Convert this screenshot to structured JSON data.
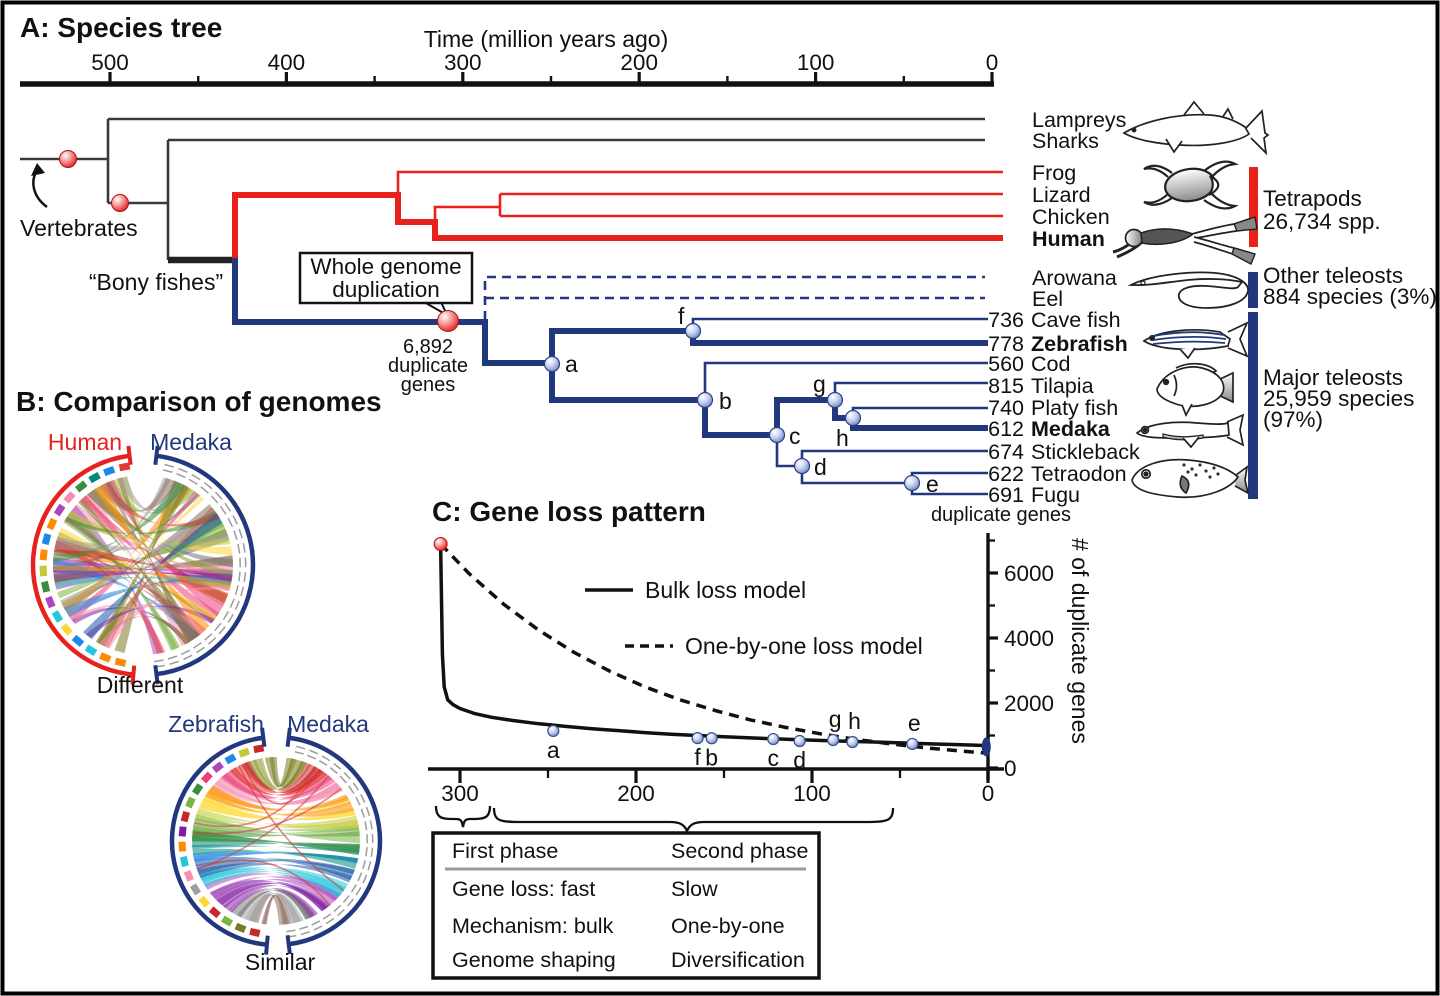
{
  "colors": {
    "red": "#e8211c",
    "navy": "#21387f",
    "dark_gray": "#3a3a3a",
    "black": "#111111",
    "divider_gray": "#9a9a9a"
  },
  "panel_a": {
    "title": "A: Species tree",
    "time_axis": {
      "title": "Time (million years ago)",
      "major_ticks": [
        500,
        400,
        300,
        200,
        100,
        0
      ]
    },
    "vertebrates_label": "Vertebrates",
    "bony_fishes_label": "“Bony fishes”",
    "wgd_label_lines": [
      "Whole genome",
      "duplication"
    ],
    "wgd_count_lines": [
      "6,892",
      "duplicate",
      "genes"
    ],
    "tips_caption": "duplicate genes",
    "node_letters": [
      "a",
      "b",
      "c",
      "d",
      "e",
      "f",
      "g",
      "h"
    ],
    "species": [
      {
        "name": "Lampreys",
        "count": "",
        "color": "dark",
        "bold": false
      },
      {
        "name": "Sharks",
        "count": "",
        "color": "dark",
        "bold": false
      },
      {
        "name": "Frog",
        "count": "",
        "color": "red",
        "bold": false
      },
      {
        "name": "Lizard",
        "count": "",
        "color": "red",
        "bold": false
      },
      {
        "name": "Chicken",
        "count": "",
        "color": "red",
        "bold": false
      },
      {
        "name": "Human",
        "count": "",
        "color": "red",
        "bold": true
      },
      {
        "name": "Arowana",
        "count": "",
        "color": "navy",
        "bold": false
      },
      {
        "name": "Eel",
        "count": "",
        "color": "navy",
        "bold": false
      },
      {
        "name": "Cave fish",
        "count": "736",
        "color": "navy",
        "bold": false
      },
      {
        "name": "Zebrafish",
        "count": "778",
        "color": "navy",
        "bold": true
      },
      {
        "name": "Cod",
        "count": "560",
        "color": "navy",
        "bold": false
      },
      {
        "name": "Tilapia",
        "count": "815",
        "color": "navy",
        "bold": false
      },
      {
        "name": "Platy fish",
        "count": "740",
        "color": "navy",
        "bold": false
      },
      {
        "name": "Medaka",
        "count": "612",
        "color": "navy",
        "bold": true
      },
      {
        "name": "Stickleback",
        "count": "674",
        "color": "navy",
        "bold": false
      },
      {
        "name": "Tetraodon",
        "count": "622",
        "color": "navy",
        "bold": false
      },
      {
        "name": "Fugu",
        "count": "691",
        "color": "navy",
        "bold": false
      }
    ],
    "clade_labels": [
      {
        "id": "tetrapods",
        "lines": [
          "Tetrapods",
          "26,734 spp."
        ],
        "color": "red"
      },
      {
        "id": "other-teleosts",
        "lines": [
          "Other teleosts",
          "884 species (3%)"
        ],
        "color": "navy"
      },
      {
        "id": "major-teleosts",
        "lines": [
          "Major teleosts",
          "25,959 species",
          "(97%)"
        ],
        "color": "navy"
      }
    ]
  },
  "panel_b": {
    "title": "B: Comparison of genomes",
    "plots": [
      {
        "id": "human-medaka",
        "left_label": "Human",
        "right_label": "Medaka",
        "left_color": "red",
        "right_color": "navy",
        "caption": "Different"
      },
      {
        "id": "zebrafish-medaka",
        "left_label": "Zebrafish",
        "right_label": "Medaka",
        "left_color": "navy",
        "right_color": "navy",
        "caption": "Similar"
      }
    ],
    "chord_palette": [
      "#8d6e63",
      "#9e9e9e",
      "#757575",
      "#8e24aa",
      "#7b1fa2",
      "#ab47bc",
      "#26c6da",
      "#1a57a8",
      "#1e88e5",
      "#00897b",
      "#388e3c",
      "#7cb342",
      "#c0ca33",
      "#fdd835",
      "#fb8c00",
      "#f48fb1",
      "#ec407a",
      "#e53935",
      "#c62828",
      "#8f9b2f",
      "#7a7a22"
    ]
  },
  "chart_data": {
    "type": "line",
    "title": "C: Gene loss pattern",
    "xlabel": "Time (million years ago)",
    "ylabel": "# of duplicate genes",
    "x_ticks": [
      300,
      200,
      100,
      0
    ],
    "x_minor_ticks": [
      250,
      150,
      50
    ],
    "y_ticks": [
      0,
      2000,
      4000,
      6000
    ],
    "y_minor_ticks": [
      1000,
      3000,
      5000,
      7000
    ],
    "x_range": [
      320,
      0
    ],
    "y_range": [
      0,
      7200
    ],
    "x_reversed": true,
    "grid": false,
    "legend_position": "upper-middle",
    "legend": [
      {
        "label": "Bulk loss model",
        "style": "solid"
      },
      {
        "label": "One-by-one loss model",
        "style": "dashed"
      }
    ],
    "wgd_point": {
      "t": 311,
      "value": 6892
    },
    "series": [
      {
        "name": "Bulk loss model",
        "style": "solid",
        "points": [
          [
            311,
            6892
          ],
          [
            310,
            3500
          ],
          [
            309,
            2500
          ],
          [
            307,
            2100
          ],
          [
            304,
            1950
          ],
          [
            300,
            1830
          ],
          [
            292,
            1680
          ],
          [
            282,
            1560
          ],
          [
            270,
            1460
          ],
          [
            255,
            1360
          ],
          [
            240,
            1280
          ],
          [
            225,
            1210
          ],
          [
            210,
            1150
          ],
          [
            195,
            1090
          ],
          [
            180,
            1040
          ],
          [
            165,
            1000
          ],
          [
            150,
            960
          ],
          [
            135,
            925
          ],
          [
            120,
            895
          ],
          [
            105,
            865
          ],
          [
            90,
            840
          ],
          [
            75,
            815
          ],
          [
            60,
            790
          ],
          [
            45,
            765
          ],
          [
            30,
            740
          ],
          [
            15,
            715
          ],
          [
            0,
            690
          ]
        ]
      },
      {
        "name": "One-by-one loss model",
        "style": "dashed",
        "points": [
          [
            311,
            6892
          ],
          [
            295,
            5990
          ],
          [
            275,
            5030
          ],
          [
            255,
            4230
          ],
          [
            235,
            3550
          ],
          [
            215,
            2980
          ],
          [
            195,
            2500
          ],
          [
            175,
            2100
          ],
          [
            155,
            1770
          ],
          [
            135,
            1480
          ],
          [
            115,
            1250
          ],
          [
            95,
            1050
          ],
          [
            75,
            880
          ],
          [
            55,
            740
          ],
          [
            35,
            620
          ],
          [
            15,
            520
          ],
          [
            0,
            456
          ]
        ]
      }
    ],
    "points": [
      {
        "label": "a",
        "t": 247,
        "value": 1140,
        "label_side": "below"
      },
      {
        "label": "f",
        "t": 165,
        "value": 920,
        "label_side": "below"
      },
      {
        "label": "b",
        "t": 157,
        "value": 915,
        "label_side": "below"
      },
      {
        "label": "c",
        "t": 122,
        "value": 890,
        "label_side": "below"
      },
      {
        "label": "d",
        "t": 107,
        "value": 830,
        "label_side": "below"
      },
      {
        "label": "g",
        "t": 88,
        "value": 860,
        "label_side": "above"
      },
      {
        "label": "h",
        "t": 77,
        "value": 800,
        "label_side": "above"
      },
      {
        "label": "e",
        "t": 43,
        "value": 740,
        "label_side": "above"
      }
    ],
    "terminal_cluster": {
      "t": 1,
      "value": 650
    }
  },
  "phase_table": {
    "headers": [
      "First phase",
      "Second phase"
    ],
    "rows": [
      [
        "Gene loss: fast",
        "Slow"
      ],
      [
        "Mechanism: bulk",
        "One-by-one"
      ],
      [
        "Genome shaping",
        "Diversification"
      ]
    ]
  }
}
